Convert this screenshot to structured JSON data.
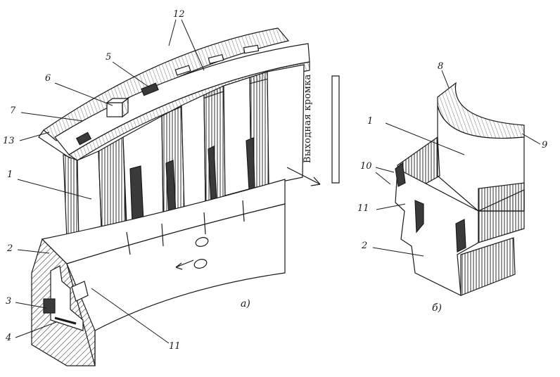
{
  "diagram_a": {
    "caption": "а)",
    "edge_label": "Выходная кромка",
    "labels": [
      "12",
      "5",
      "6",
      "7",
      "13",
      "1",
      "2",
      "3",
      "4",
      "11"
    ]
  },
  "diagram_b": {
    "caption": "б)",
    "labels": [
      "8",
      "1",
      "9",
      "10",
      "11",
      "2"
    ]
  },
  "colors": {
    "ink": "#1a1a1a",
    "paper": "#ffffff",
    "shade": "#3a3a3a"
  }
}
